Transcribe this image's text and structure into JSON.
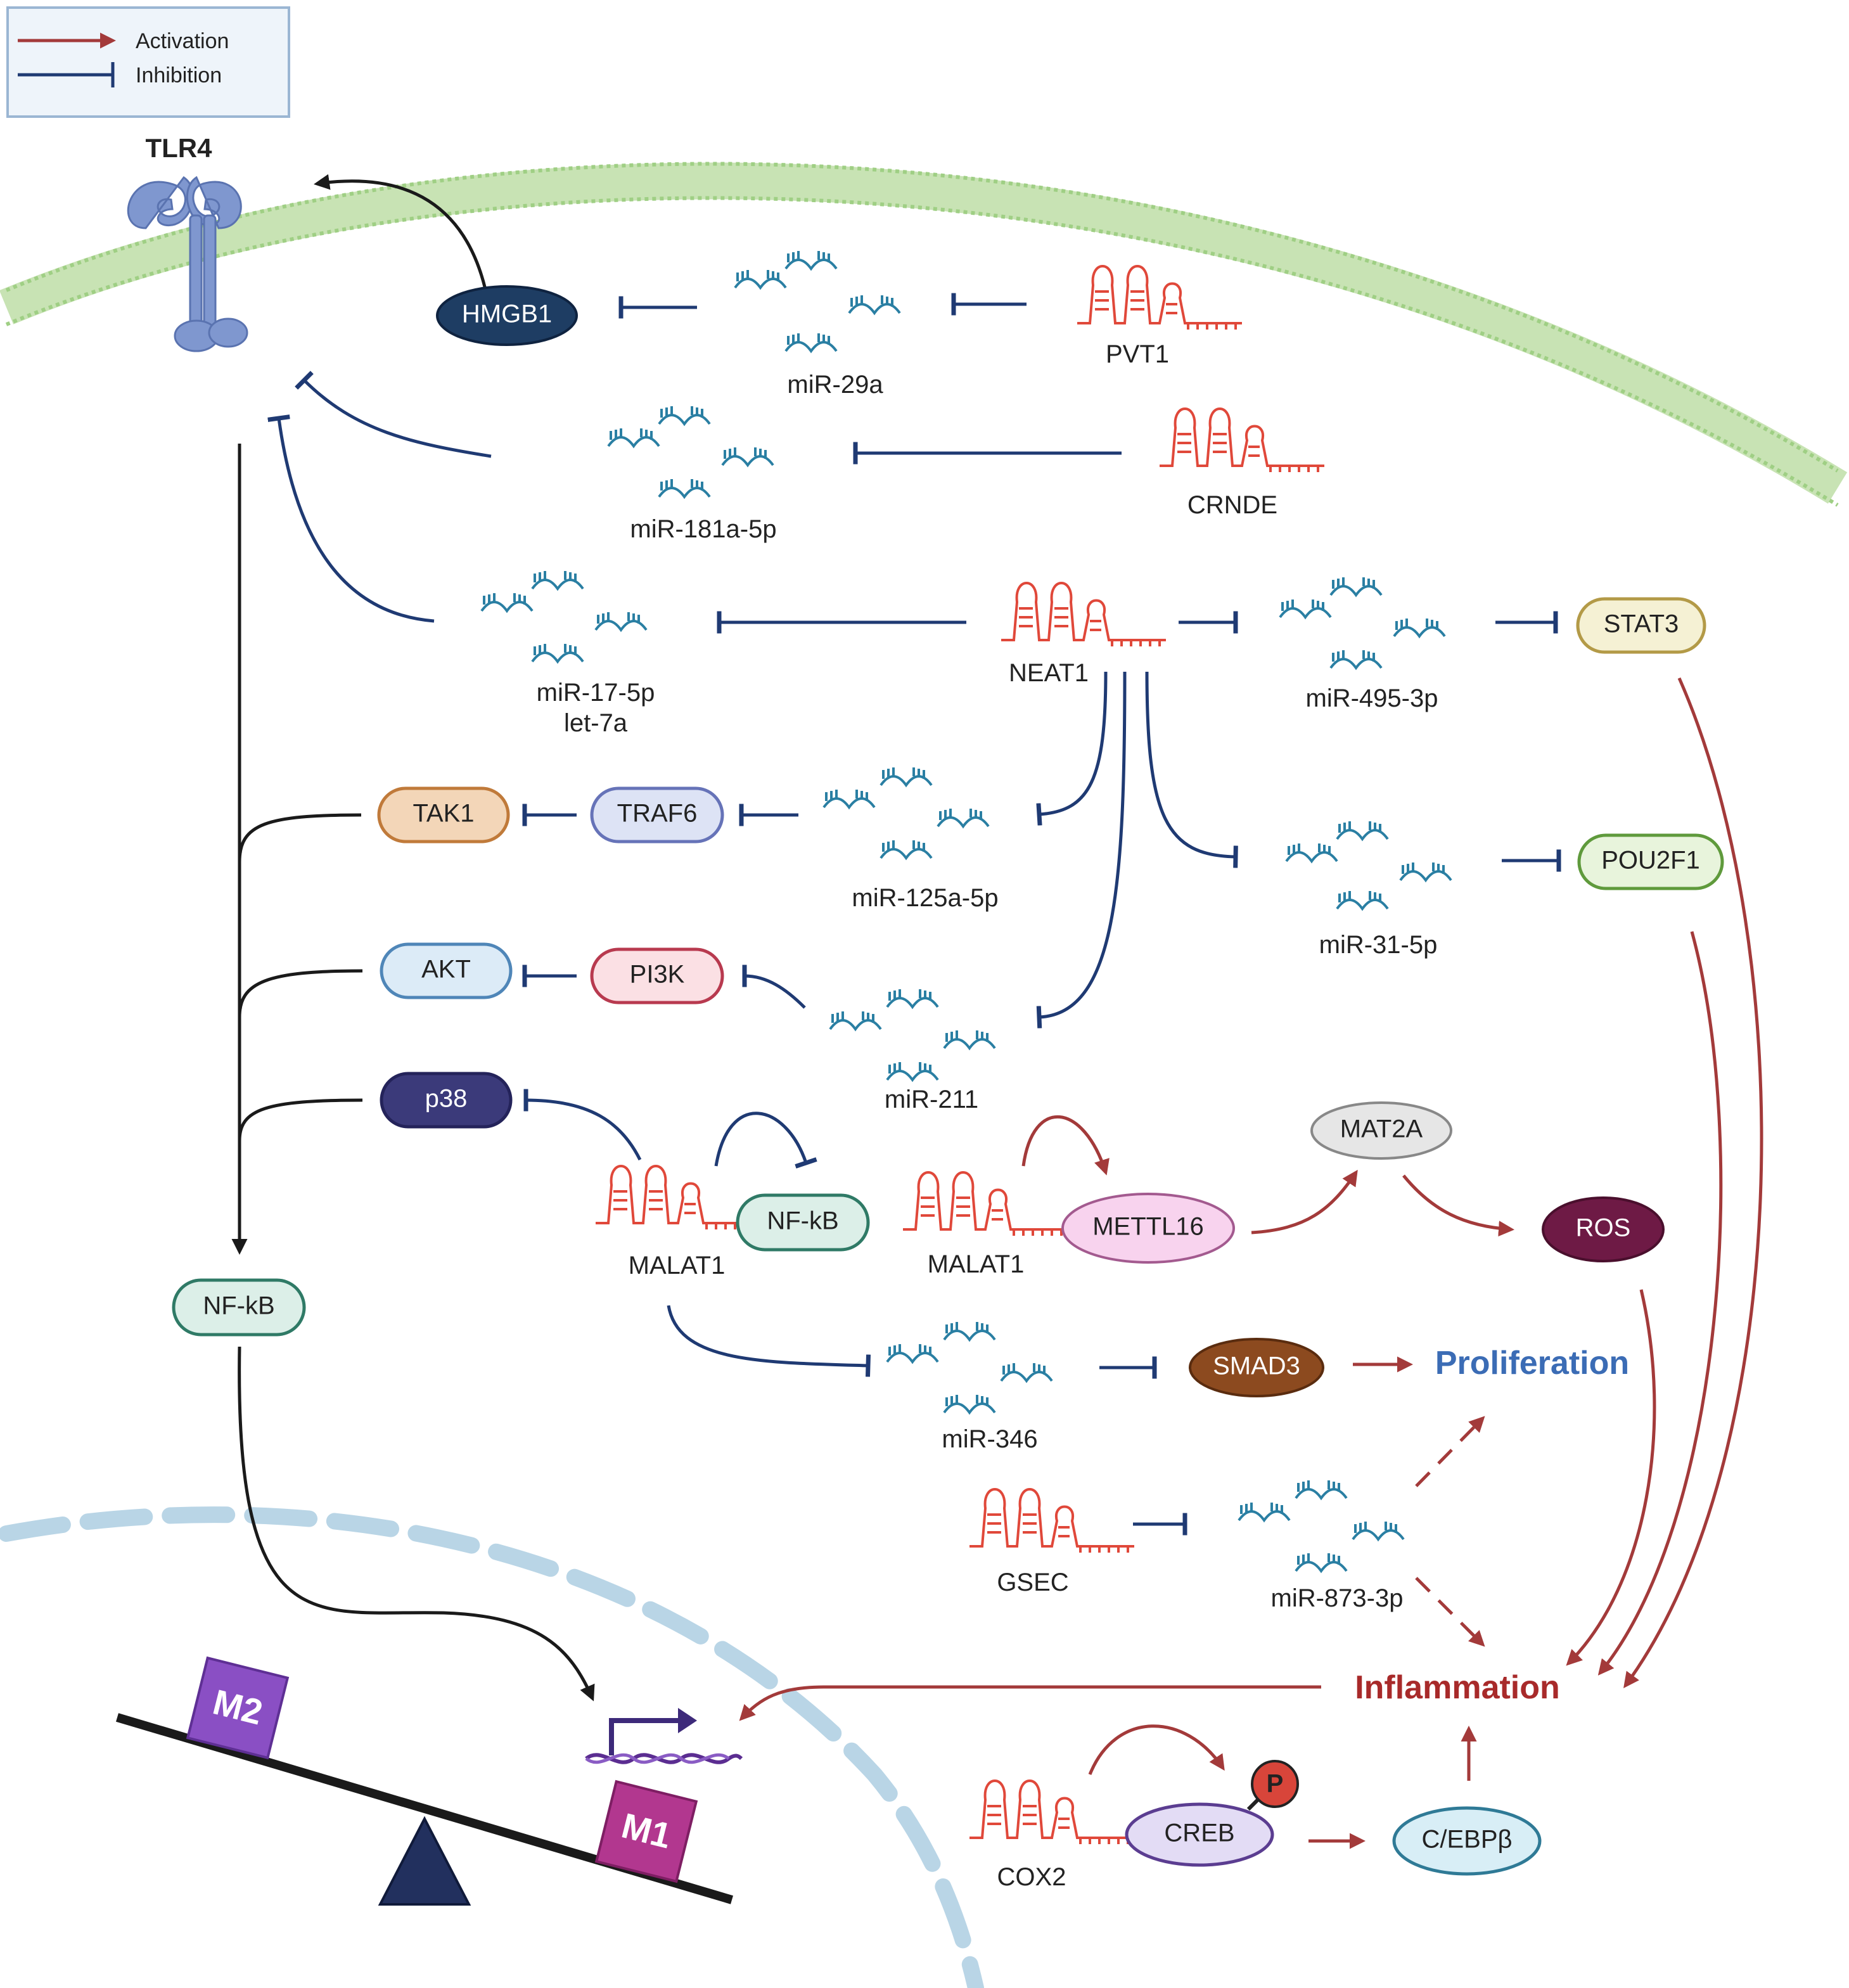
{
  "legend": {
    "activation": "Activation",
    "inhibition": "Inhibition"
  },
  "receptor": {
    "label": "TLR4"
  },
  "nodes": {
    "hmgb1": "HMGB1",
    "tak1": "TAK1",
    "traf6": "TRAF6",
    "akt": "AKT",
    "pi3k": "PI3K",
    "p38": "p38",
    "nfkb_left": "NF-kB",
    "nfkb_malat": "NF-kB",
    "stat3": "STAT3",
    "pou2f1": "POU2F1",
    "mat2a": "MAT2A",
    "ros": "ROS",
    "mettl16": "METTL16",
    "smad3": "SMAD3",
    "creb": "CREB",
    "cebpb": "C/EBPβ",
    "phospho": "P"
  },
  "lncrnas": {
    "pvt1": "PVT1",
    "crnde": "CRNDE",
    "neat1": "NEAT1",
    "malat1_a": "MALAT1",
    "malat1_b": "MALAT1",
    "gsec": "GSEC",
    "cox2": "COX2"
  },
  "mirnas": {
    "mir29a": "miR-29a",
    "mir181a": "miR-181a-5p",
    "mir17": "miR-17-5p",
    "let7a": "let-7a",
    "mir495": "miR-495-3p",
    "mir125a": "miR-125a-5p",
    "mir31": "miR-31-5p",
    "mir211": "miR-211",
    "mir346": "miR-346",
    "mir873": "miR-873-3p"
  },
  "outcomes": {
    "proliferation": "Proliferation",
    "inflammation": "Inflammation"
  },
  "macrophage": {
    "m2": "M2",
    "m1": "M1"
  },
  "colors": {
    "activation": "#a33a3a",
    "inhibition": "#1f3a73",
    "proliferation": "#3b6cb5",
    "inflammation": "#a82a2a"
  }
}
